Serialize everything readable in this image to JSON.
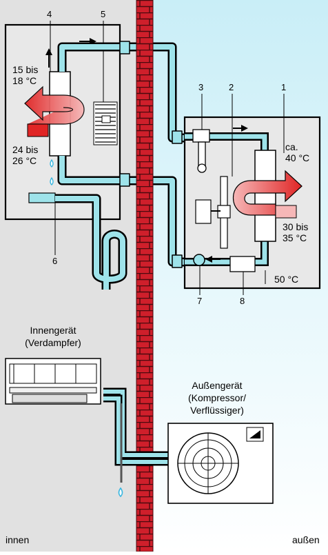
{
  "labels": {
    "n1": "1",
    "n2": "2",
    "n3": "3",
    "n4": "4",
    "n5": "5",
    "n6": "6",
    "n7": "7",
    "n8": "8",
    "t_in_top_1": "15 bis",
    "t_in_top_2": "18 °C",
    "t_in_bot_1": "24 bis",
    "t_in_bot_2": "26 °C",
    "t_out_top_1": "ca.",
    "t_out_top_2": "40 °C",
    "t_out_mid_1": "30 bis",
    "t_out_mid_2": "35 °C",
    "t_out_bot": "50 °C",
    "indoor_1": "Innengerät",
    "indoor_2": "(Verdampfer)",
    "outdoor_1": "Außengerät",
    "outdoor_2": "(Kompressor/",
    "outdoor_3": "Verflüssiger)",
    "side_in": "innen",
    "side_out": "außen"
  },
  "colors": {
    "inside_bg": "#e1e1e1",
    "outside_bg_top": "#c9eef7",
    "outside_bg_bottom": "#ffffff",
    "brick": "#cf1f2b",
    "pipe_light": "#9ee3ea",
    "pipe_dark": "#000000",
    "hot_arrow": "#e23a3a",
    "hot_arrow_light": "#f6b7b7",
    "box_bg": "#e8e8e8",
    "drop": "#38b6e0"
  }
}
